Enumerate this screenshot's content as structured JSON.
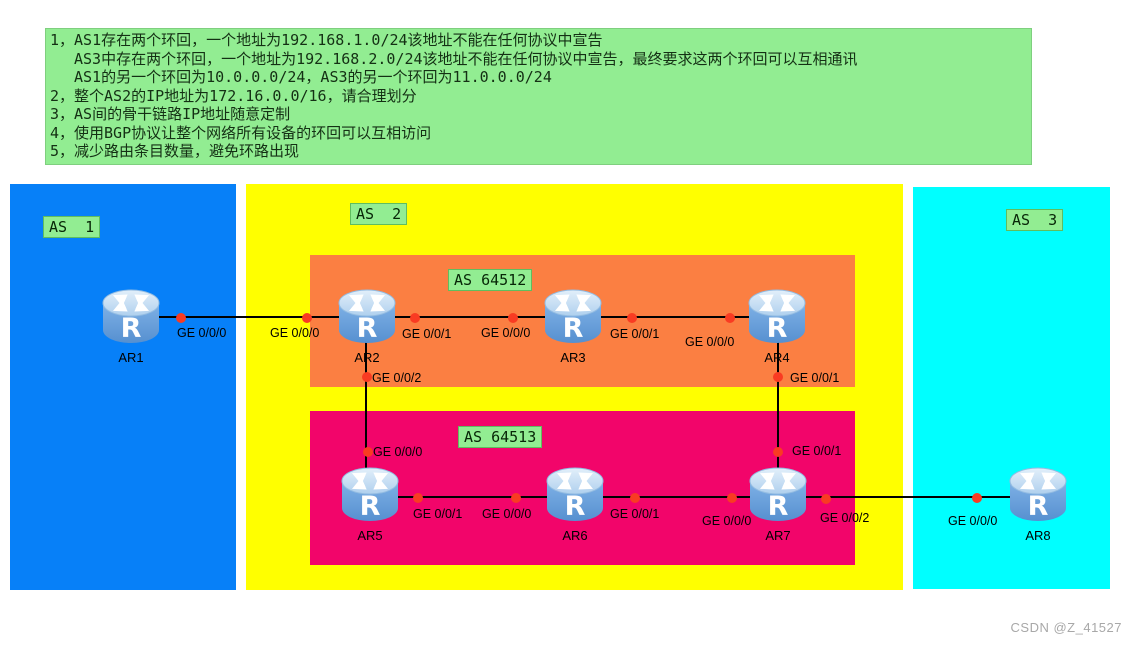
{
  "watermark": "CSDN @Z_41527",
  "colors": {
    "req-bg": "#92ED92",
    "req-text": "#143014",
    "label-bg": "#92ED92",
    "as1-bg": "#0780F8",
    "as2-bg": "#FFFF00",
    "as3-bg": "#00FFFF",
    "as64512-bg": "#FB7F42",
    "as64513-bg": "#F2056A",
    "link": "#000000",
    "dot": "#F93B22",
    "watermark": "#A8A8A8"
  },
  "requirements": {
    "lines": [
      "1，AS1存在两个环回，一个地址为192.168.1.0/24该地址不能在任何协议中宣告",
      "AS3中存在两个环回，一个地址为192.168.2.0/24该地址不能在任何协议中宣告，最终要求这两个环回可以互相通讯",
      "AS1的另一个环回为10.0.0.0/24，AS3的另一个环回为11.0.0.0/24",
      "2，整个AS2的IP地址为172.16.0.0/16，请合理划分",
      "3，AS间的骨干链路IP地址随意定制",
      "4，使用BGP协议让整个网络所有设备的环回可以互相访问",
      "5，减少路由条目数量，避免环路出现"
    ]
  },
  "zones": {
    "as1": {
      "label": "AS  1"
    },
    "as2": {
      "label": "AS  2"
    },
    "as3": {
      "label": "AS  3"
    },
    "as64512": {
      "label": "AS 64512"
    },
    "as64513": {
      "label": "AS 64513"
    }
  },
  "devices": [
    {
      "name": "AR1"
    },
    {
      "name": "AR2"
    },
    {
      "name": "AR3"
    },
    {
      "name": "AR4"
    },
    {
      "name": "AR5"
    },
    {
      "name": "AR6"
    },
    {
      "name": "AR7"
    },
    {
      "name": "AR8"
    }
  ],
  "interfaces": [
    {
      "device": "AR1",
      "label": "GE 0/0/0"
    },
    {
      "device": "AR2",
      "label": "GE 0/0/0"
    },
    {
      "device": "AR2",
      "label": "GE 0/0/1"
    },
    {
      "device": "AR3",
      "label": "GE 0/0/0"
    },
    {
      "device": "AR3",
      "label": "GE 0/0/1"
    },
    {
      "device": "AR4",
      "label": "GE 0/0/0"
    },
    {
      "device": "AR2",
      "label": "GE 0/0/2"
    },
    {
      "device": "AR4",
      "label": "GE 0/0/1"
    },
    {
      "device": "AR5",
      "label": "GE 0/0/0"
    },
    {
      "device": "AR7",
      "label": "GE 0/0/1"
    },
    {
      "device": "AR5",
      "label": "GE 0/0/1"
    },
    {
      "device": "AR6",
      "label": "GE 0/0/0"
    },
    {
      "device": "AR6",
      "label": "GE 0/0/1"
    },
    {
      "device": "AR7",
      "label": "GE 0/0/0"
    },
    {
      "device": "AR7",
      "label": "GE 0/0/2"
    },
    {
      "device": "AR8",
      "label": "GE 0/0/0"
    }
  ]
}
